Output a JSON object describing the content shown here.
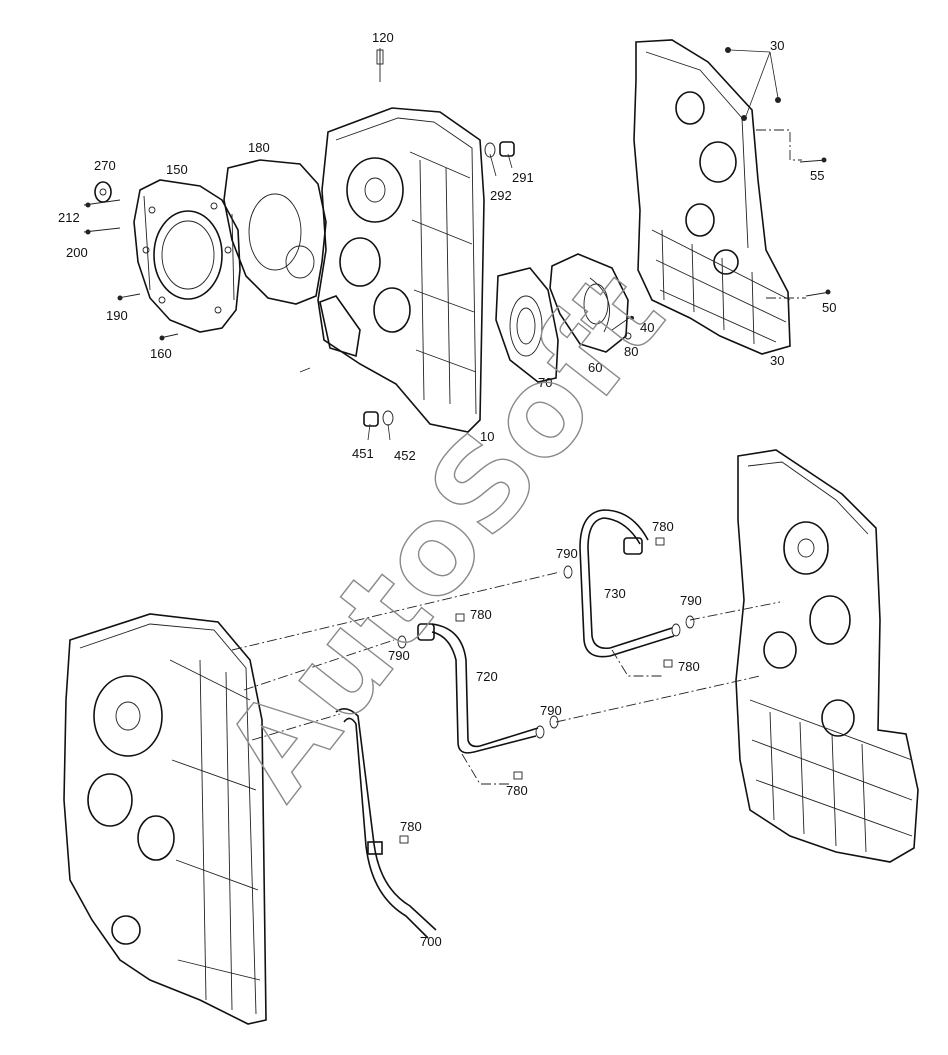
{
  "diagram": {
    "watermark": "AutoSoft",
    "callouts": {
      "c120": "120",
      "c30a": "30",
      "c55": "55",
      "c270": "270",
      "c150": "150",
      "c180": "180",
      "c212": "212",
      "c200": "200",
      "c291": "291",
      "c292": "292",
      "c190": "190",
      "c160": "160",
      "c50": "50",
      "c40": "40",
      "c80": "80",
      "c30b": "30",
      "c70": "70",
      "c60": "60",
      "c10": "10",
      "c451": "451",
      "c452": "452",
      "c780a": "780",
      "c790a": "790",
      "c730": "730",
      "c790b": "790",
      "c780b": "780",
      "c790c": "790",
      "c780c": "780",
      "c720": "720",
      "c790d": "790",
      "c780d": "780",
      "c780e": "780",
      "c700": "700"
    }
  }
}
